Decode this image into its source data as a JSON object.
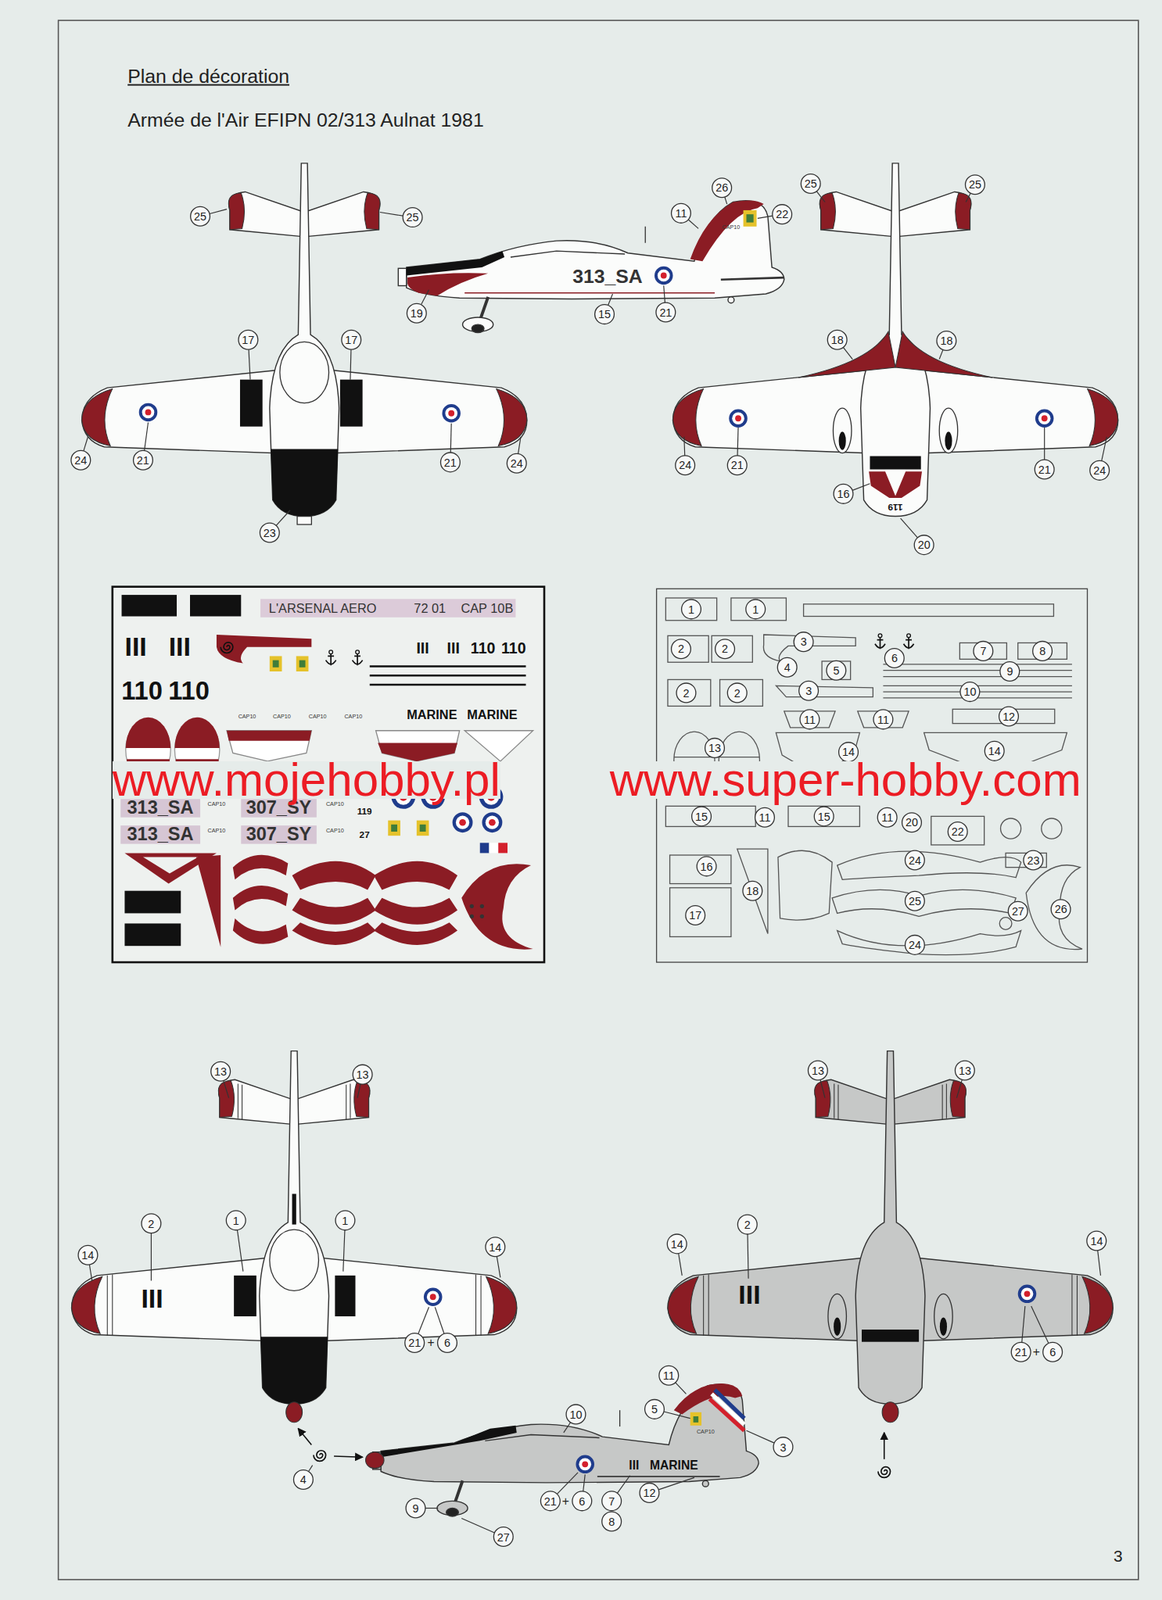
{
  "diagram": {
    "title": "Plan de décoration",
    "labels": [
      "Armée de l'Air EFIPN 02/313 Aulnat 1981",
      "25",
      "25",
      "17",
      "17",
      "24",
      "21",
      "21",
      "24",
      "23",
      "26",
      "11",
      "22",
      "CAP10",
      "313_SA",
      "19",
      "15",
      "21",
      "25",
      "25",
      "18",
      "18",
      "24",
      "21",
      "21",
      "24",
      "119",
      "16",
      "20",
      "L'ARSENAL AERO",
      "72 01",
      "CAP 10B",
      "III",
      "III",
      "110",
      "110",
      "III",
      "III",
      "110",
      "110",
      "CAP10",
      "CAP10",
      "CAP10",
      "CAP10",
      "MARINE",
      "MARINE",
      "313_SA",
      "CAP10",
      "307_SY",
      "CAP10",
      "119",
      "313_SA",
      "CAP10",
      "307_SY",
      "CAP10",
      "27",
      "1",
      "1",
      "2",
      "2",
      "2",
      "2",
      "3",
      "4",
      "5",
      "3",
      "6",
      "7",
      "8",
      "9",
      "10",
      "11",
      "11",
      "12",
      "13",
      "14",
      "14",
      "15",
      "11",
      "15",
      "11",
      "20",
      "22",
      "16",
      "18",
      "24",
      "23",
      "25",
      "17",
      "27",
      "26",
      "24",
      "www.mojehobby.pl",
      "www.super-hobby.com",
      "13",
      "13",
      "2",
      "1",
      "1",
      "14",
      "14",
      "III",
      "21",
      "+",
      "6",
      "4",
      "11",
      "5",
      "CAP10",
      "10",
      "3",
      "III",
      "MARINE",
      "9",
      "27",
      "21",
      "+",
      "6",
      "7",
      "8",
      "12",
      "13",
      "13",
      "2",
      "14",
      "14",
      "III",
      "21",
      "+",
      "6",
      "3"
    ]
  }
}
